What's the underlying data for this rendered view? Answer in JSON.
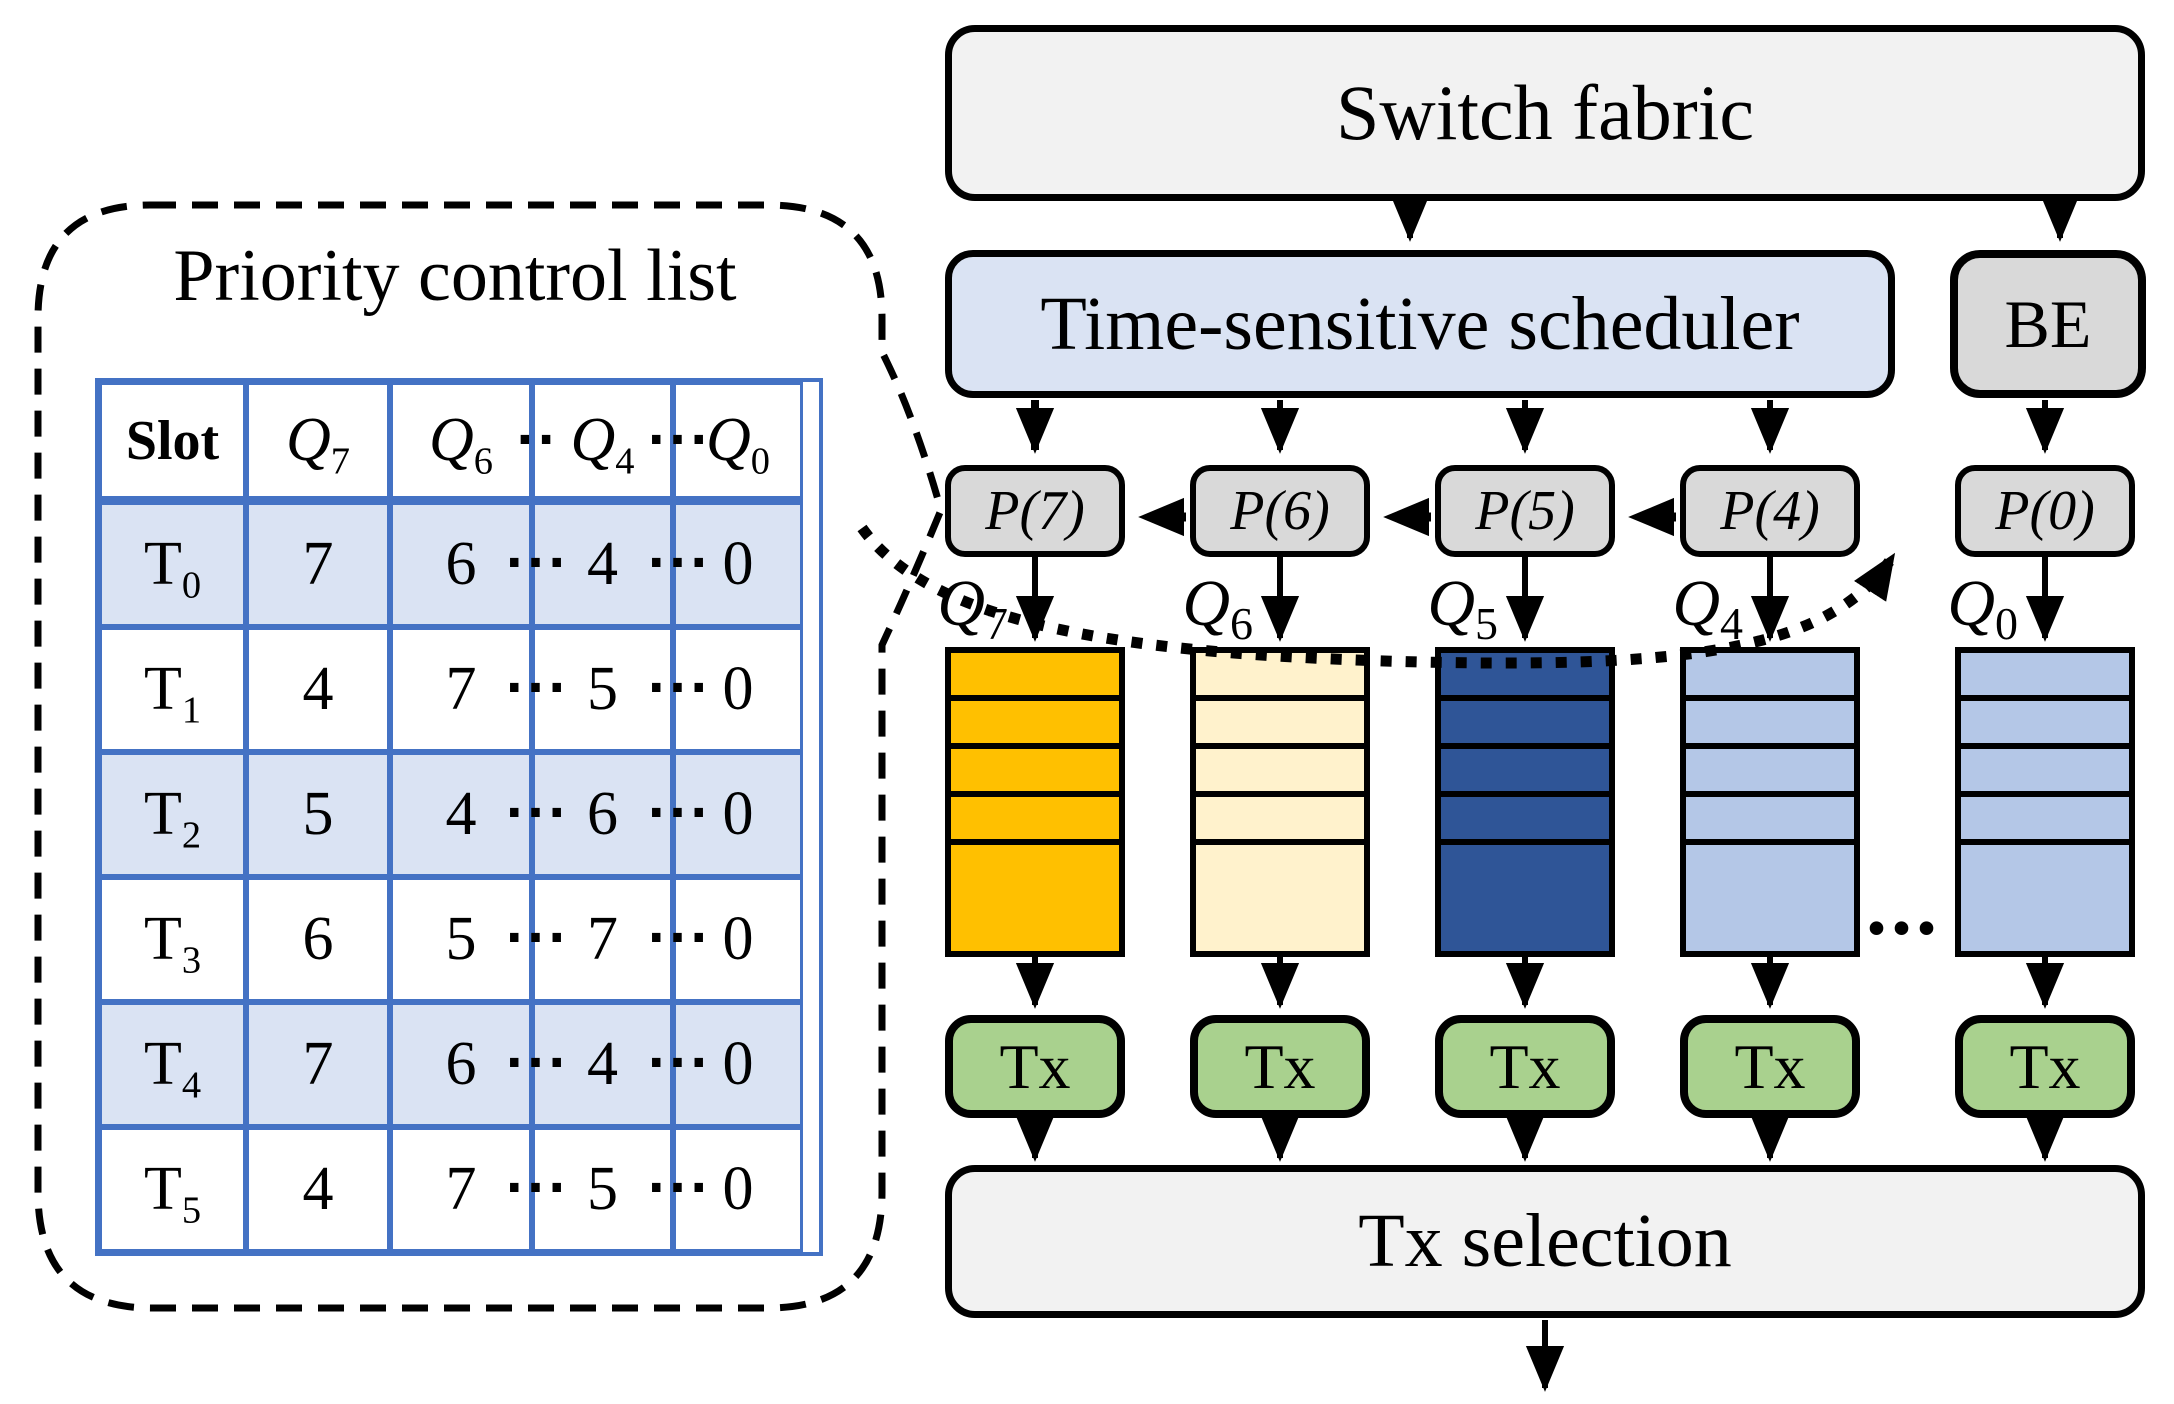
{
  "colors": {
    "panel_gray": "#F2F2F2",
    "box_gray": "#D9D9D9",
    "scheduler_blue": "#DAE3F3",
    "queue_orange": "#FFC000",
    "queue_cream": "#FFF2CC",
    "queue_dark_blue": "#2F5597",
    "queue_light_blue": "#B4C7E7",
    "tx_green": "#A9D18E",
    "table_border_blue": "#4472C4",
    "table_row_shade": "#DAE3F3",
    "line_black": "#000000"
  },
  "callout": {
    "title": "Priority control list",
    "table": {
      "header": {
        "slot": "Slot",
        "q7": {
          "base": "Q",
          "sub": "7"
        },
        "q6": {
          "base": "Q",
          "sub": "6"
        },
        "q4": {
          "base": "Q",
          "sub": "4"
        },
        "q0": {
          "base": "Q",
          "sub": "0"
        },
        "dots1": "··",
        "dots2": "···"
      },
      "row_dots": "···",
      "rows": [
        {
          "slot": {
            "base": "T",
            "sub": "0"
          },
          "q7": "7",
          "q6": "6",
          "q4": "4",
          "q0": "0"
        },
        {
          "slot": {
            "base": "T",
            "sub": "1"
          },
          "q7": "4",
          "q6": "7",
          "q4": "5",
          "q0": "0"
        },
        {
          "slot": {
            "base": "T",
            "sub": "2"
          },
          "q7": "5",
          "q6": "4",
          "q4": "6",
          "q0": "0"
        },
        {
          "slot": {
            "base": "T",
            "sub": "3"
          },
          "q7": "6",
          "q6": "5",
          "q4": "7",
          "q0": "0"
        },
        {
          "slot": {
            "base": "T",
            "sub": "4"
          },
          "q7": "7",
          "q6": "6",
          "q4": "4",
          "q0": "0"
        },
        {
          "slot": {
            "base": "T",
            "sub": "5"
          },
          "q7": "4",
          "q6": "7",
          "q4": "5",
          "q0": "0"
        }
      ]
    }
  },
  "diagram": {
    "switch_fabric": "Switch fabric",
    "scheduler": "Time-sensitive scheduler",
    "be": "BE",
    "p_boxes": [
      "P(7)",
      "P(6)",
      "P(5)",
      "P(4)",
      "P(0)"
    ],
    "queues": [
      {
        "label_base": "Q",
        "label_sub": "7",
        "color": "queue_orange"
      },
      {
        "label_base": "Q",
        "label_sub": "6",
        "color": "queue_cream"
      },
      {
        "label_base": "Q",
        "label_sub": "5",
        "color": "queue_dark_blue"
      },
      {
        "label_base": "Q",
        "label_sub": "4",
        "color": "queue_light_blue"
      },
      {
        "label_base": "Q",
        "label_sub": "0",
        "color": "queue_light_blue"
      }
    ],
    "tx_label": "Tx",
    "tx_selection": "Tx selection",
    "ellipsis": "..."
  }
}
